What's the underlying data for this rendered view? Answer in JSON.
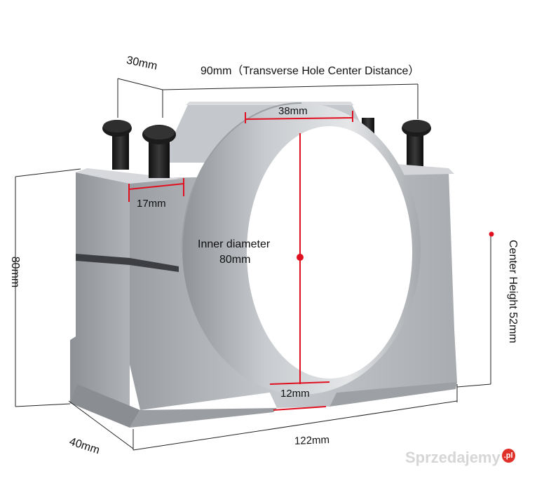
{
  "labels": {
    "thickness": "30mm",
    "hole_distance": "90mm（Transverse Hole Center Distance）",
    "top_width": "38mm",
    "foot_width": "17mm",
    "inner_diameter_line1": "Inner diameter",
    "inner_diameter_line2": "80mm",
    "height": "80mm",
    "center_height": "Center Height  52mm",
    "bottom_thickness": "12mm",
    "length": "122mm",
    "depth": "40mm"
  },
  "watermark": {
    "text": "Sprzedajemy",
    "suffix": ".pl"
  },
  "colors": {
    "aluminum": "#b9bcc0",
    "dimension_red": "#e01020",
    "dimension_line": "#222222"
  }
}
